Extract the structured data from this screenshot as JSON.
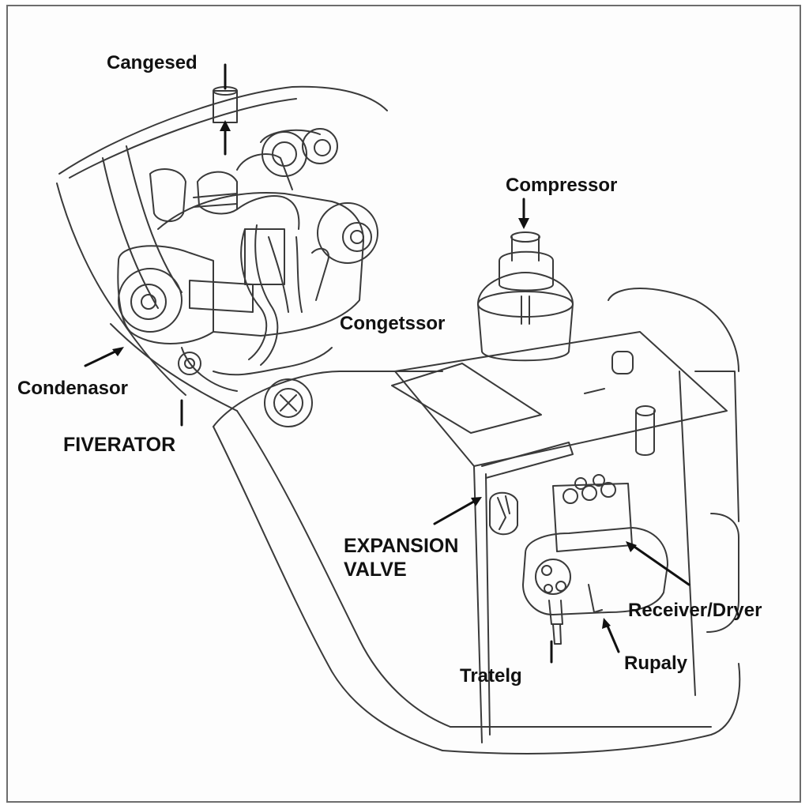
{
  "labels": {
    "cangesed": "Cangesed",
    "compressor": "Compressor",
    "congetssor": "Congetssor",
    "condenasor": "Condenasor",
    "fiverator": "FIVERATOR",
    "expansion_valve_line1": "EXPANSION",
    "expansion_valve_line2": "VALVE",
    "receiver_dryer": "Receiver/Dryer",
    "rupaly": "Rupaly",
    "trateig": "Tratelg"
  },
  "colors": {
    "line": "#3a3a3a",
    "text": "#111111",
    "frame": "#6d6d6d"
  }
}
